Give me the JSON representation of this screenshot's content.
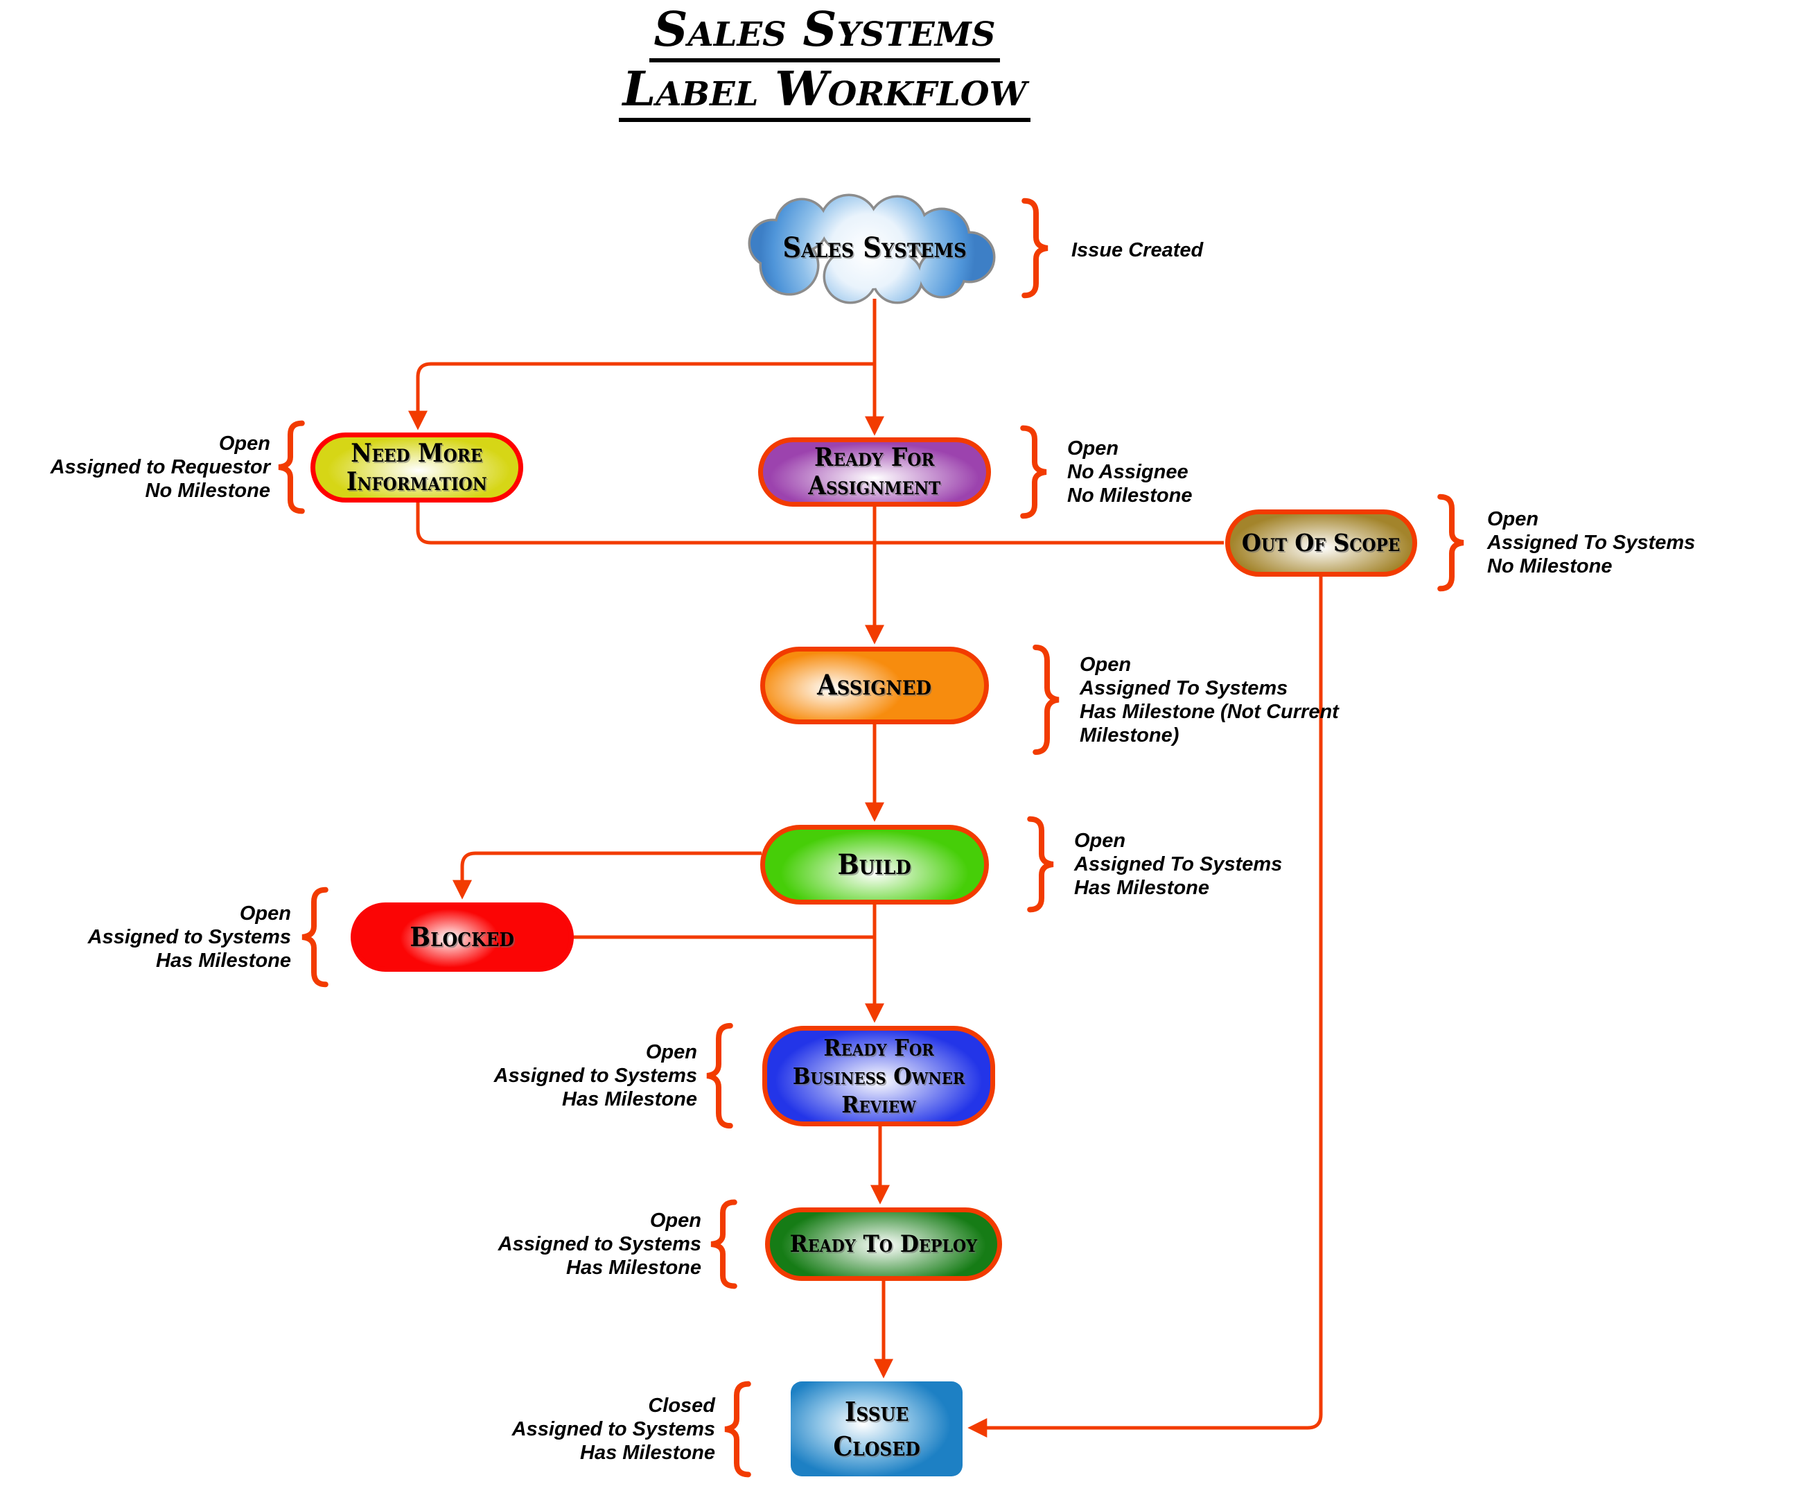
{
  "title": {
    "line1": "Sales Systems",
    "line2": "Label Workflow"
  },
  "nodes": {
    "sales_systems": {
      "label": "Sales Systems",
      "shape": "cloud",
      "fill": "#4f95d9",
      "stroke": "#8c8c8c"
    },
    "need_more_information": {
      "lines": [
        "Need More",
        "Information"
      ],
      "fill": "#d6d616",
      "border": "#ff0000"
    },
    "ready_for_assignment": {
      "lines": [
        "Ready For",
        "Assignment"
      ],
      "fill": "#9c43ae",
      "border": "#f23b00"
    },
    "out_of_scope": {
      "lines": [
        "Out Of Scope"
      ],
      "fill": "#a3842b",
      "border": "#f23b00"
    },
    "assigned": {
      "lines": [
        "Assigned"
      ],
      "fill": "#f78c0e",
      "border": "#f23b00"
    },
    "build": {
      "lines": [
        "Build"
      ],
      "fill": "#46ce08",
      "border": "#f23b00"
    },
    "blocked": {
      "lines": [
        "Blocked"
      ],
      "fill": "#fb0505",
      "border": "#fb0505"
    },
    "ready_for_business_owner_review": {
      "lines": [
        "Ready For",
        "Business Owner",
        "Review"
      ],
      "fill": "#2335e8",
      "border": "#f23b00"
    },
    "ready_to_deploy": {
      "lines": [
        "Ready To Deploy"
      ],
      "fill": "#167c16",
      "border": "#f23b00"
    },
    "issue_closed": {
      "lines": [
        "Issue",
        "Closed"
      ],
      "fill": "#1d80c4",
      "border": "none"
    }
  },
  "annotations": {
    "issue_created": {
      "side": "right",
      "lines": [
        "Issue Created"
      ]
    },
    "need_more_information": {
      "side": "left",
      "lines": [
        "Open",
        "Assigned to Requestor",
        "No Milestone"
      ]
    },
    "ready_for_assignment": {
      "side": "right",
      "lines": [
        "Open",
        "No Assignee",
        "No Milestone"
      ]
    },
    "out_of_scope": {
      "side": "right",
      "lines": [
        "Open",
        "Assigned To Systems",
        "No Milestone"
      ]
    },
    "assigned": {
      "side": "right",
      "lines": [
        "Open",
        "Assigned To Systems",
        "Has Milestone (Not Current",
        "Milestone)"
      ]
    },
    "build": {
      "side": "right",
      "lines": [
        "Open",
        "Assigned To Systems",
        "Has Milestone"
      ]
    },
    "blocked": {
      "side": "left",
      "lines": [
        "Open",
        "Assigned to Systems",
        "Has Milestone"
      ]
    },
    "ready_for_business_owner_review": {
      "side": "left",
      "lines": [
        "Open",
        "Assigned to Systems",
        "Has Milestone"
      ]
    },
    "ready_to_deploy": {
      "side": "left",
      "lines": [
        "Open",
        "Assigned to Systems",
        "Has Milestone"
      ]
    },
    "issue_closed": {
      "side": "left",
      "lines": [
        "Closed",
        "Assigned to Systems",
        "Has Milestone"
      ]
    }
  },
  "colors": {
    "connector": "#f23b00",
    "brace": "#f23b00",
    "title_text": "#000000",
    "annotation_text": "#000000",
    "node_text": "#000000",
    "background": "#ffffff"
  }
}
